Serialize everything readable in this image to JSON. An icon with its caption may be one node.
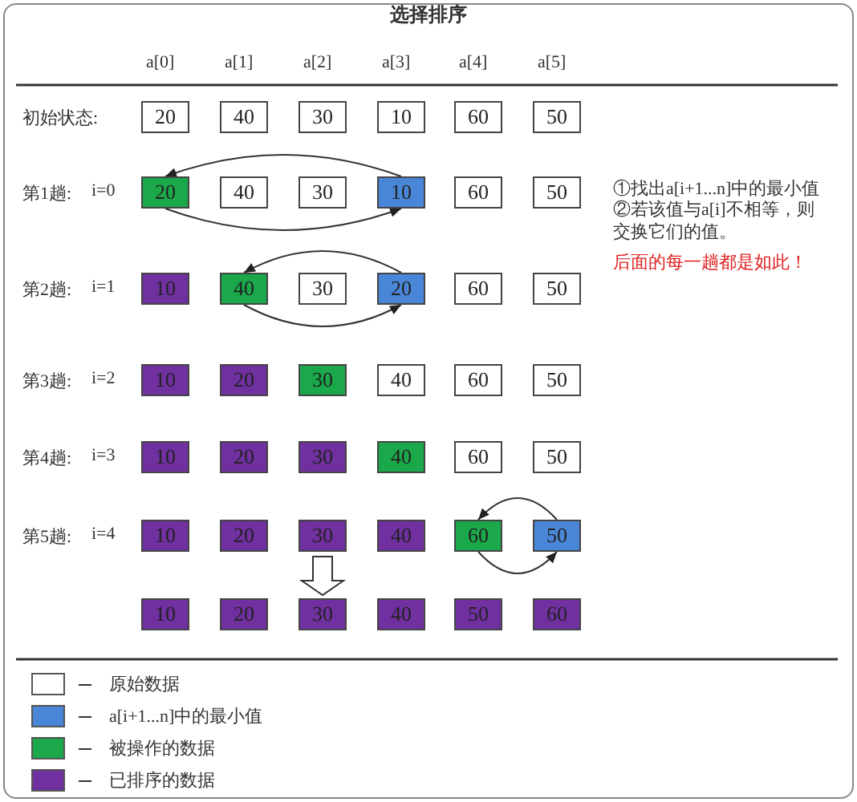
{
  "diagram": {
    "title": "选择排序",
    "nodes": [
      {
        "text": [
          "20"
        ]
      },
      {
        "text": [
          "40"
        ]
      },
      {
        "text": [
          "30"
        ]
      },
      {
        "text": [
          "10"
        ]
      },
      {
        "text": [
          "60"
        ]
      },
      {
        "text": [
          "50"
        ]
      },
      {
        "text": [
          "20"
        ]
      },
      {
        "text": [
          "40"
        ]
      },
      {
        "text": [
          "30"
        ]
      },
      {
        "text": [
          "10"
        ]
      },
      {
        "text": [
          "60"
        ]
      },
      {
        "text": [
          "50"
        ]
      },
      {
        "text": [
          "10"
        ]
      },
      {
        "text": [
          "40"
        ]
      },
      {
        "text": [
          "30"
        ]
      },
      {
        "text": [
          "20"
        ]
      },
      {
        "text": [
          "60"
        ]
      },
      {
        "text": [
          "50"
        ]
      },
      {
        "text": [
          "10"
        ]
      },
      {
        "text": [
          "20"
        ]
      },
      {
        "text": [
          "30"
        ]
      },
      {
        "text": [
          "40"
        ]
      },
      {
        "text": [
          "60"
        ]
      },
      {
        "text": [
          "50"
        ]
      },
      {
        "text": [
          "10"
        ]
      },
      {
        "text": [
          "20"
        ]
      },
      {
        "text": [
          "30"
        ]
      },
      {
        "text": [
          "40"
        ]
      },
      {
        "text": [
          "60"
        ]
      },
      {
        "text": [
          "50"
        ]
      },
      {
        "text": [
          "10"
        ]
      },
      {
        "text": [
          "20"
        ]
      },
      {
        "text": [
          "30"
        ]
      },
      {
        "text": [
          "40"
        ]
      },
      {
        "text": [
          "60"
        ]
      },
      {
        "text": [
          "50"
        ]
      },
      {
        "text": [
          "10"
        ]
      },
      {
        "text": [
          "20"
        ]
      },
      {
        "text": [
          "30"
        ]
      },
      {
        "text": [
          "40"
        ]
      },
      {
        "text": [
          "50"
        ]
      },
      {
        "text": [
          "60"
        ]
      }
    ],
    "edges": [
      {
        "from": 9,
        "to": 6,
        "arrow": "to"
      },
      {
        "from": 6,
        "to": 9,
        "arrow": "to"
      },
      {
        "from": 15,
        "to": 13,
        "arrow": "to"
      },
      {
        "from": 13,
        "to": 15,
        "arrow": "to"
      },
      {
        "from": 35,
        "to": 34,
        "arrow": "to"
      },
      {
        "from": 34,
        "to": 35,
        "arrow": "to"
      },
      {
        "from": 32,
        "to": 38,
        "arrow": "to"
      }
    ],
    "labels": [
      "a[0]",
      "a[1]",
      "a[2]",
      "a[3]",
      "a[4]",
      "a[5]",
      "初始状态:",
      "第1趟:",
      "i=0",
      "①找出a[i+1...n]中的最小值",
      "②若该值与a[i]不相等，则交换它们的值。",
      "后面的每一趟都是如此！",
      "第2趟:",
      "i=1",
      "第3趟:",
      "i=2",
      "第4趟:",
      "i=3",
      "第5趟:",
      "i=4"
    ],
    "legend": [
      {
        "text": "原始数据",
        "color": "#ffffff"
      },
      {
        "text": "a[i+1...n]中的最小值",
        "color": "#4a86d8"
      },
      {
        "text": "被操作的数据",
        "color": "#1aa84a"
      },
      {
        "text": "已排序的数据",
        "color": "#7030a0"
      }
    ]
  }
}
